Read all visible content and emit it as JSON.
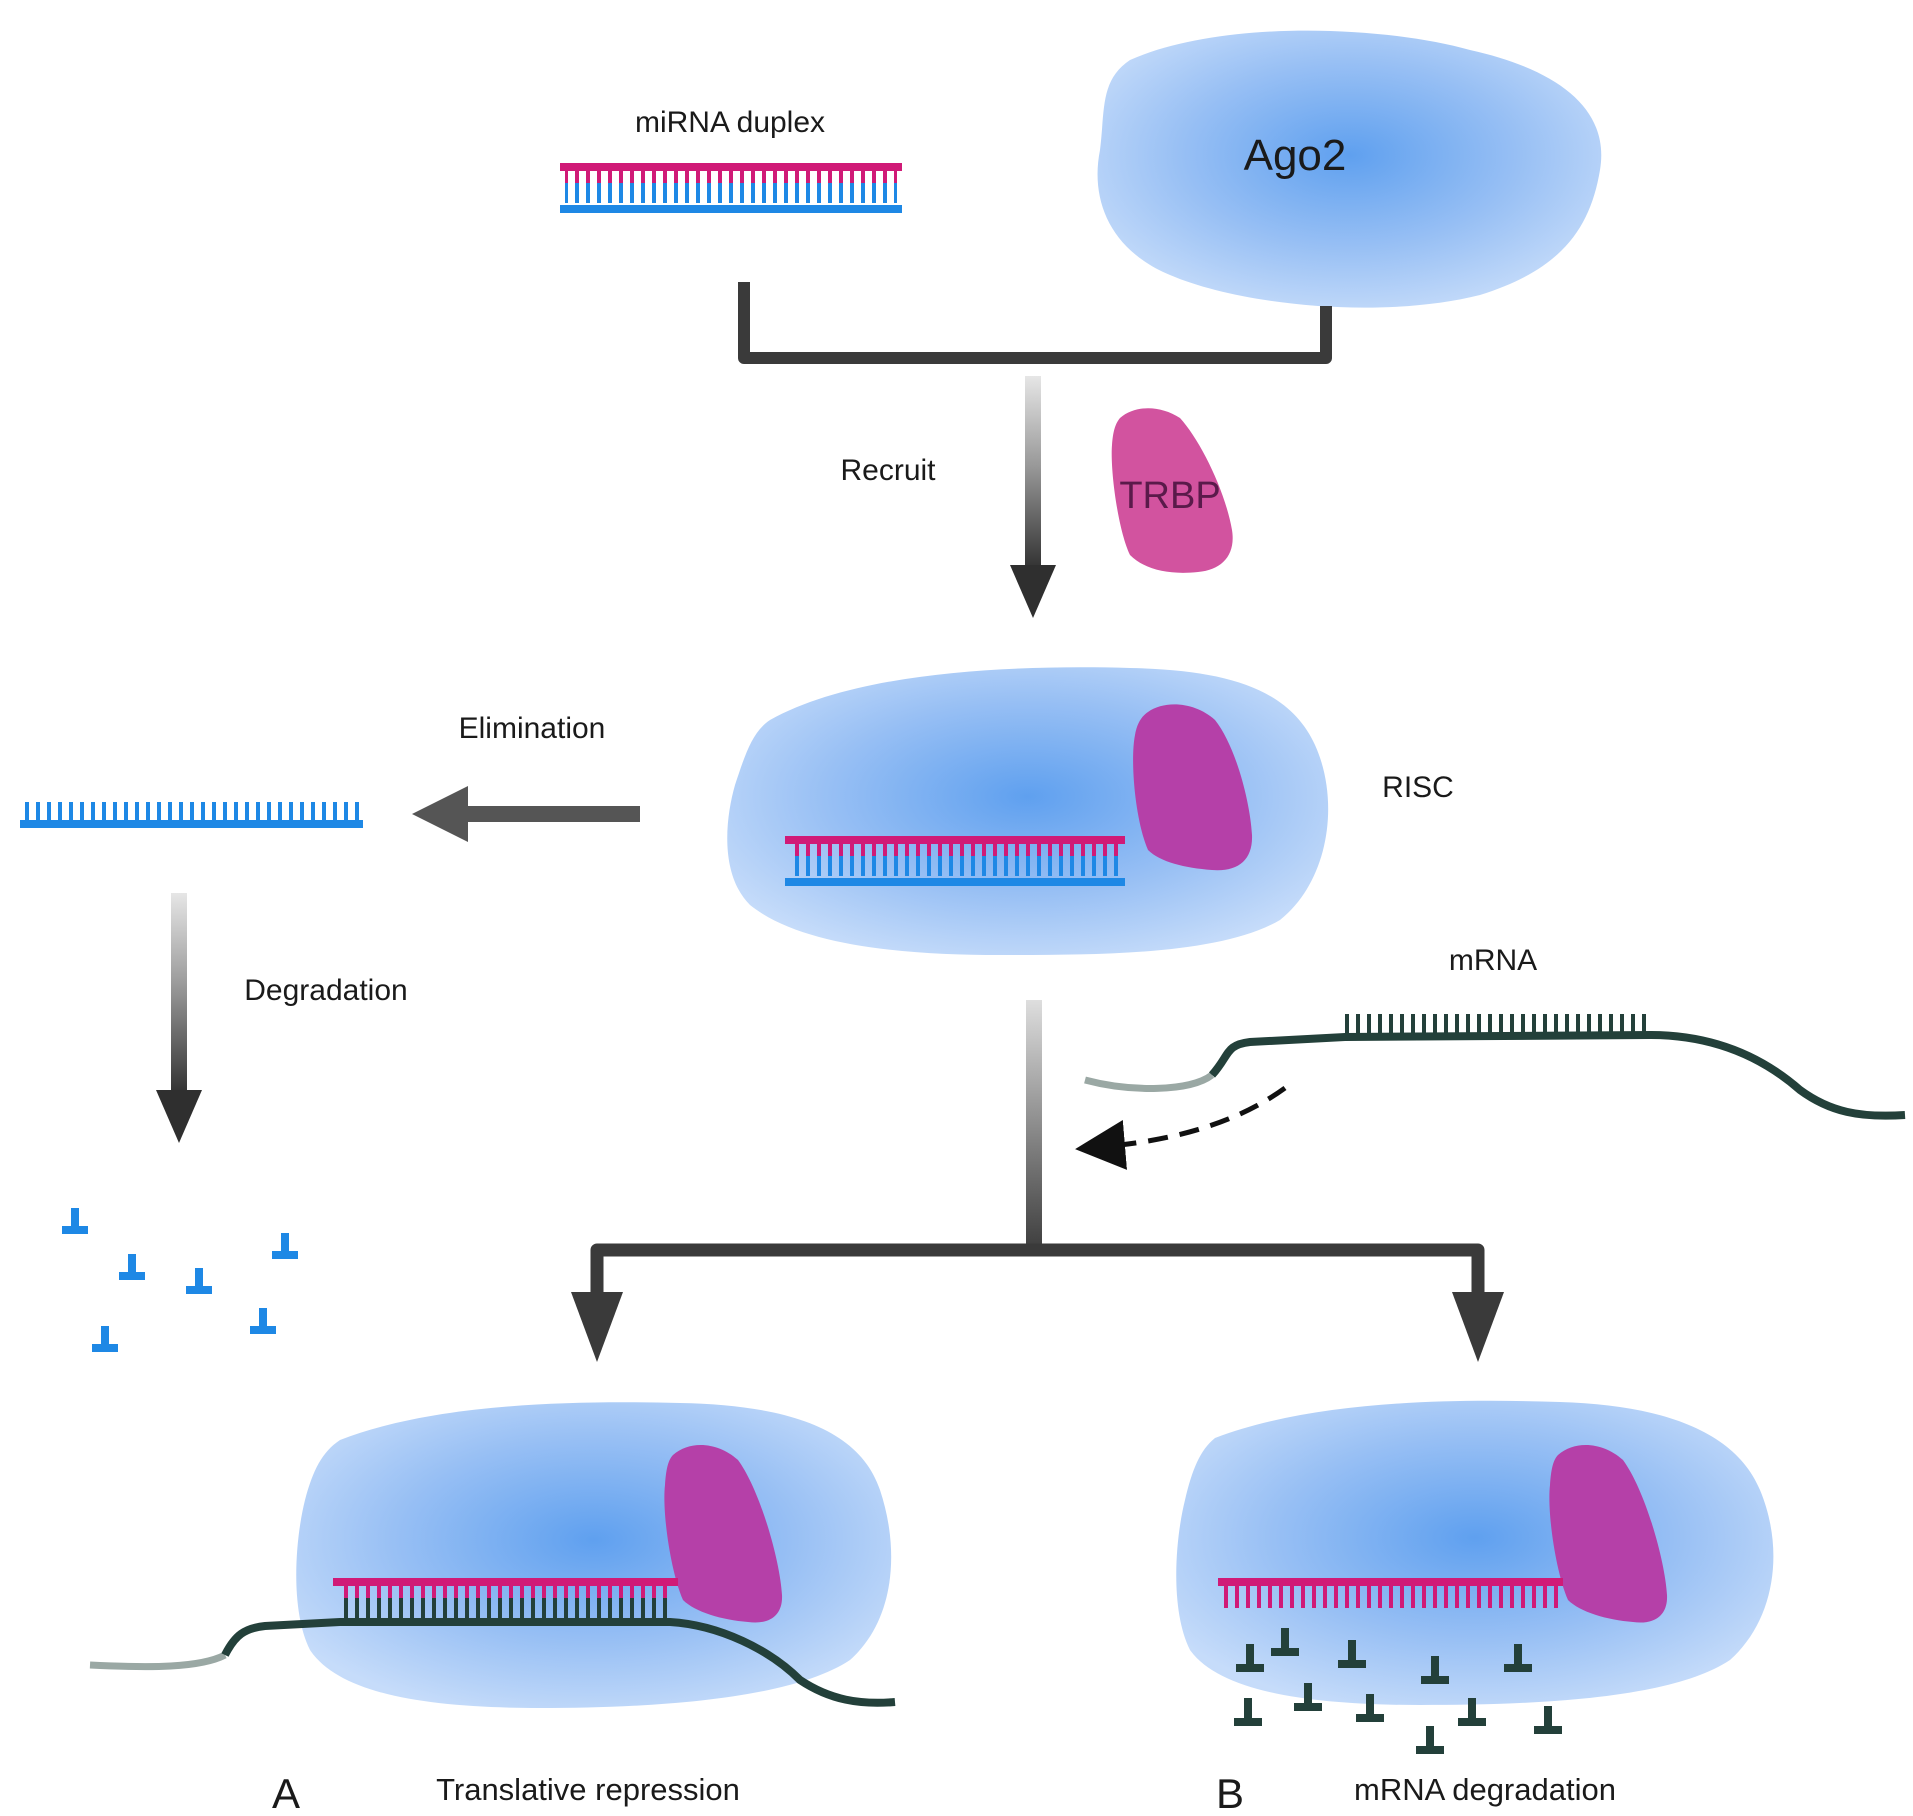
{
  "labels": {
    "mirna_duplex": "miRNA duplex",
    "ago2": "Ago2",
    "recruit": "Recruit",
    "trbp": "TRBP",
    "elimination": "Elimination",
    "risc": "RISC",
    "degradation": "Degradation",
    "mrna": "mRNA",
    "panel_a": "A",
    "panel_a_caption": "Translative repression",
    "panel_b": "B",
    "panel_b_caption": "mRNA degradation"
  },
  "colors": {
    "ago2_protein": "#9cc2f5",
    "trbp_protein": "#d2539f",
    "trbp_in_complex": "#b540a8",
    "guide_strand": "#d01a77",
    "passenger_strand": "#1e88e5",
    "mrna_strand": "#23403a",
    "arrow": "#3a3a3a"
  }
}
